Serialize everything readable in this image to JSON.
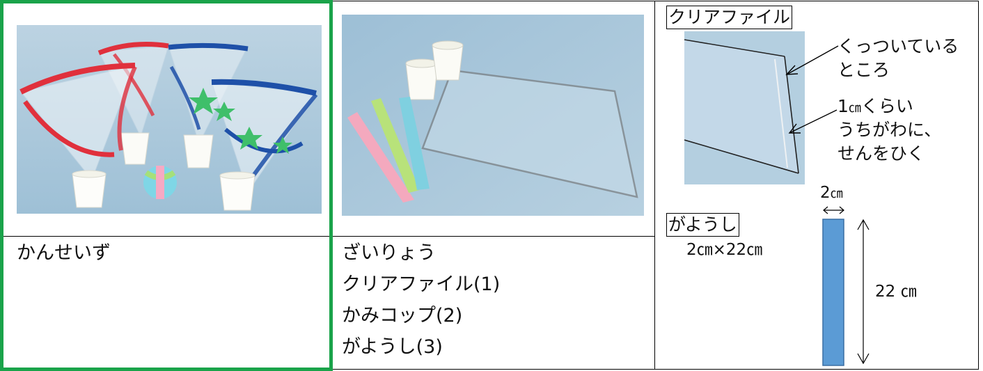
{
  "column1": {
    "caption": "かんせいず",
    "photo_icon": "finished-cone-cups-photo"
  },
  "column2": {
    "lines": [
      "ざいりょう",
      "クリアファイル(1)",
      "かみコップ(2)",
      "がようし(3)"
    ],
    "photo_icon": "materials-photo"
  },
  "column3": {
    "clear_file_title": "クリアファイル",
    "anno_top": [
      "くっついている",
      "ところ"
    ],
    "anno_mid": [
      "1",
      "㎝",
      "くらい",
      "うちがわに、",
      "せんをひく"
    ],
    "paper_title": "がようし",
    "paper_size": "2㎝×22㎝",
    "width_label": [
      "2",
      "㎝"
    ],
    "height_label": "22 ㎝",
    "strip_color": "#5b9bd5"
  },
  "colors": {
    "highlight_border": "#1aa34a",
    "photo_background": "#a9c6da"
  }
}
